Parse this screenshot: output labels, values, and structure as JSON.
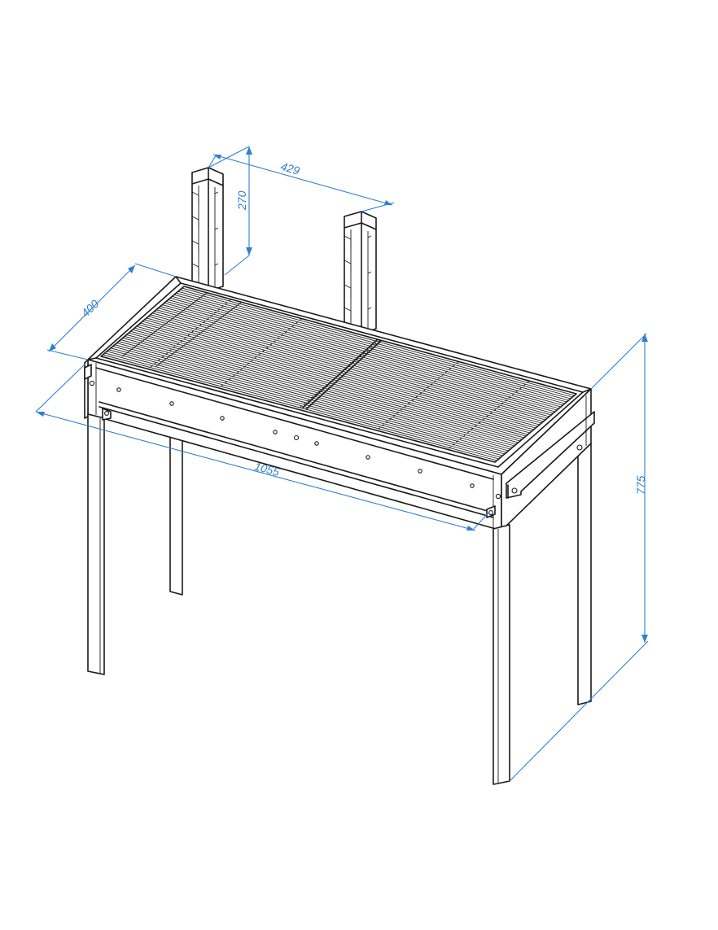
{
  "dimensions": {
    "bracket_spacing": "429",
    "bracket_height": "270",
    "depth": "400",
    "length": "1055",
    "height": "775"
  },
  "colors": {
    "line": "#1a1a1a",
    "dimension": "#2f7fd0",
    "background": "#ffffff"
  }
}
